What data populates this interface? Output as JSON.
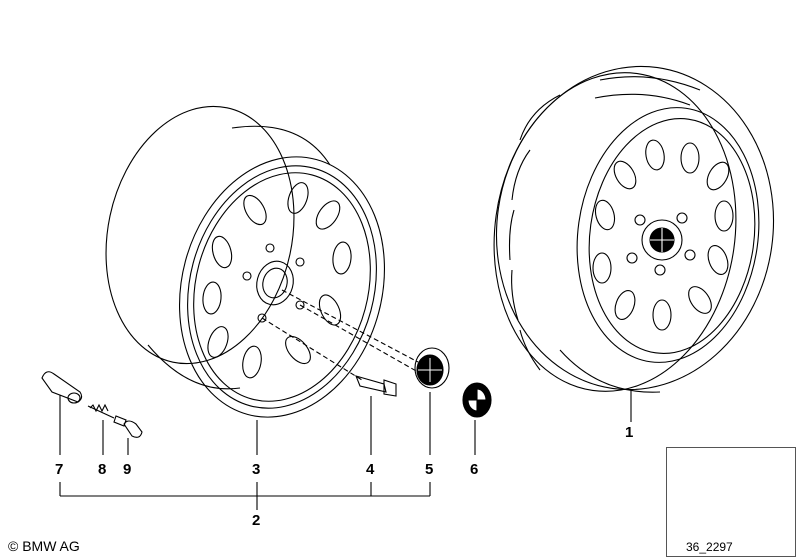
{
  "callouts": {
    "c1": "1",
    "c2": "2",
    "c3": "3",
    "c4": "4",
    "c5": "5",
    "c6": "6",
    "c7": "7",
    "c8": "8",
    "c9": "9"
  },
  "copyright": "© BMW AG",
  "inset_code": "36_2297",
  "colors": {
    "line": "#000000",
    "background": "#ffffff"
  }
}
